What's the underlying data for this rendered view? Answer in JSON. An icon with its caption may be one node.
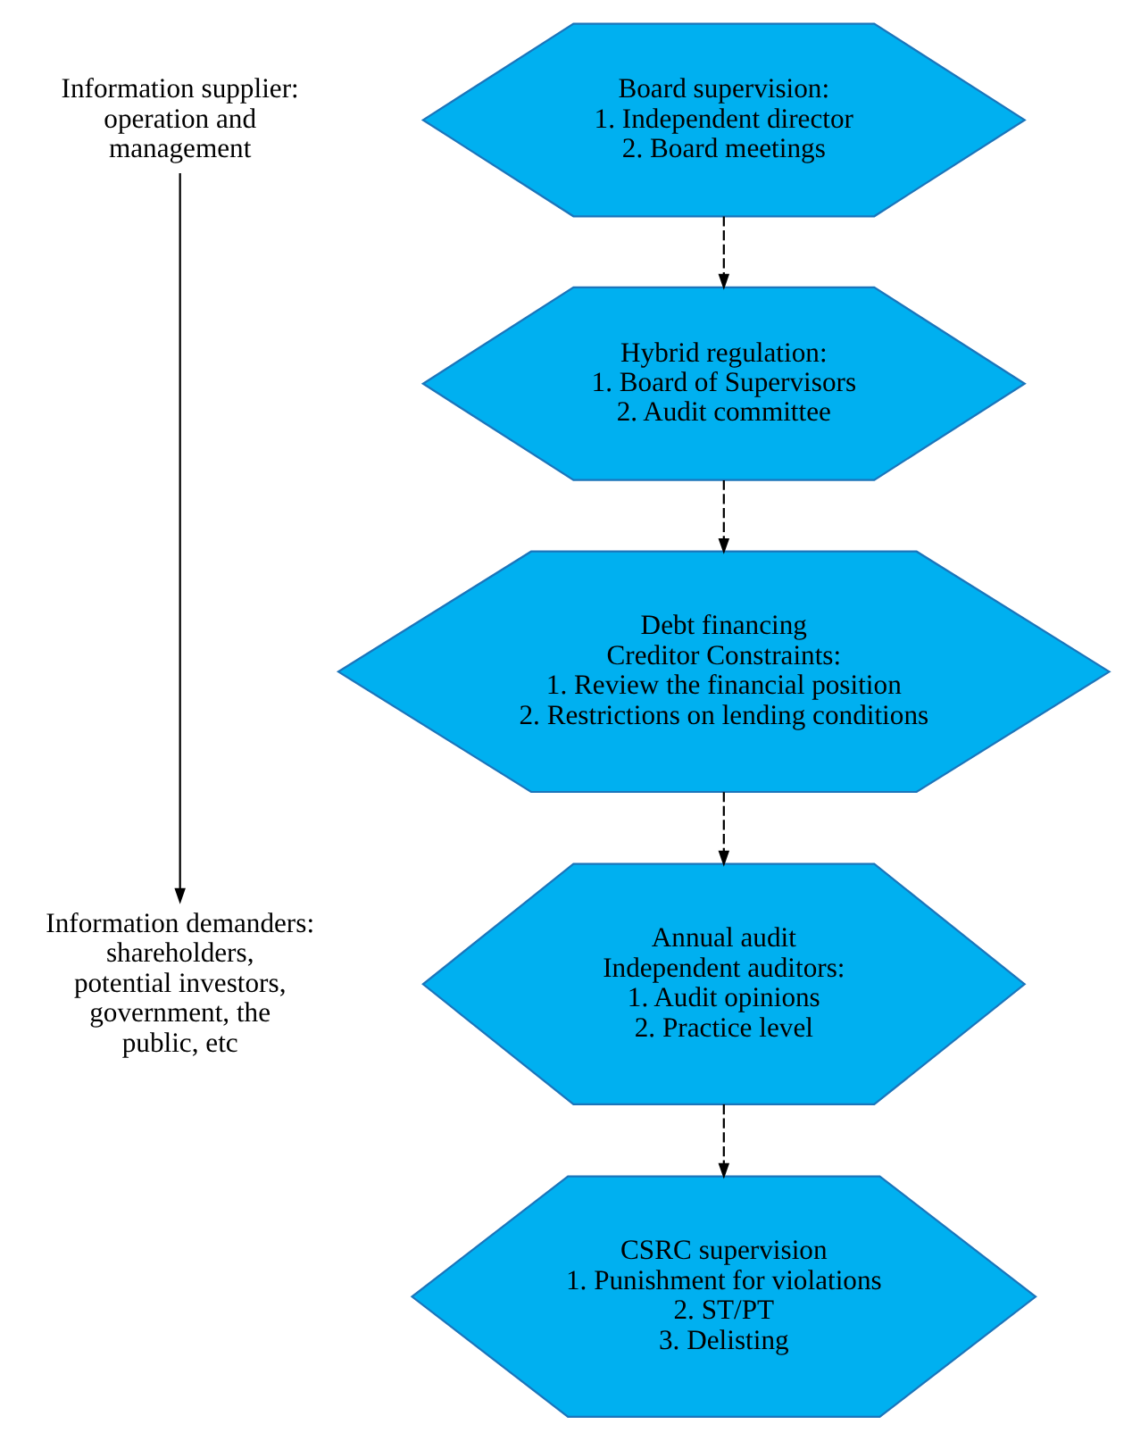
{
  "diagram": {
    "nodes": [
      {
        "text": [
          "Information supplier: operation and management"
        ]
      },
      {
        "text": [
          "Information demanders: shareholders, potential investors, government, the public, etc"
        ]
      },
      {
        "text": [
          "Board supervision:",
          "1. Independent director",
          "2. Board meetings"
        ]
      },
      {
        "text": [
          "Hybrid regulation:",
          "1. Board of Supervisors",
          "2. Audit committee"
        ]
      },
      {
        "text": [
          "Debt financing",
          "Creditor Constraints:",
          "1. Review the financial position",
          "2. Restrictions on lending conditions"
        ]
      },
      {
        "text": [
          "Annual audit",
          "Independent auditors:",
          "1. Audit opinions",
          "2. Practice level"
        ]
      },
      {
        "text": [
          "CSRC supervision",
          "1. Punishment for violations",
          "2. ST/PT",
          "3. Delisting"
        ]
      }
    ],
    "edges": [
      {
        "from": 0,
        "to": 1,
        "arrow": "to"
      },
      {
        "from": 2,
        "to": 3,
        "arrow": "to",
        "style": "dashed"
      },
      {
        "from": 3,
        "to": 4,
        "arrow": "to",
        "style": "dashed"
      },
      {
        "from": 4,
        "to": 5,
        "arrow": "to",
        "style": "dashed"
      },
      {
        "from": 5,
        "to": 6,
        "arrow": "to",
        "style": "dashed"
      }
    ]
  }
}
